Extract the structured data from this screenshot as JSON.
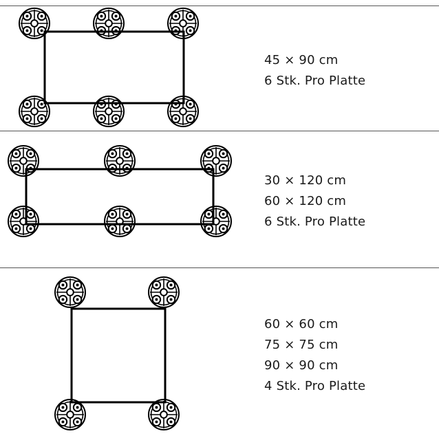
{
  "layouts": [
    {
      "lines": [
        "45 × 90 cm",
        "6 Stk. Pro Platte"
      ]
    },
    {
      "lines": [
        "30 × 120 cm",
        "60 × 120 cm",
        "6 Stk. Pro Platte"
      ]
    },
    {
      "lines": [
        "60 × 60 cm",
        "75 × 75 cm",
        "90 × 90 cm",
        "4 Stk. Pro Platte"
      ]
    }
  ],
  "icons": {
    "support_foot": "pedestal-foot-icon"
  },
  "colors": {
    "line": "#000000",
    "divider": "#555555",
    "text": "#1a1a1a",
    "background": "#ffffff"
  }
}
